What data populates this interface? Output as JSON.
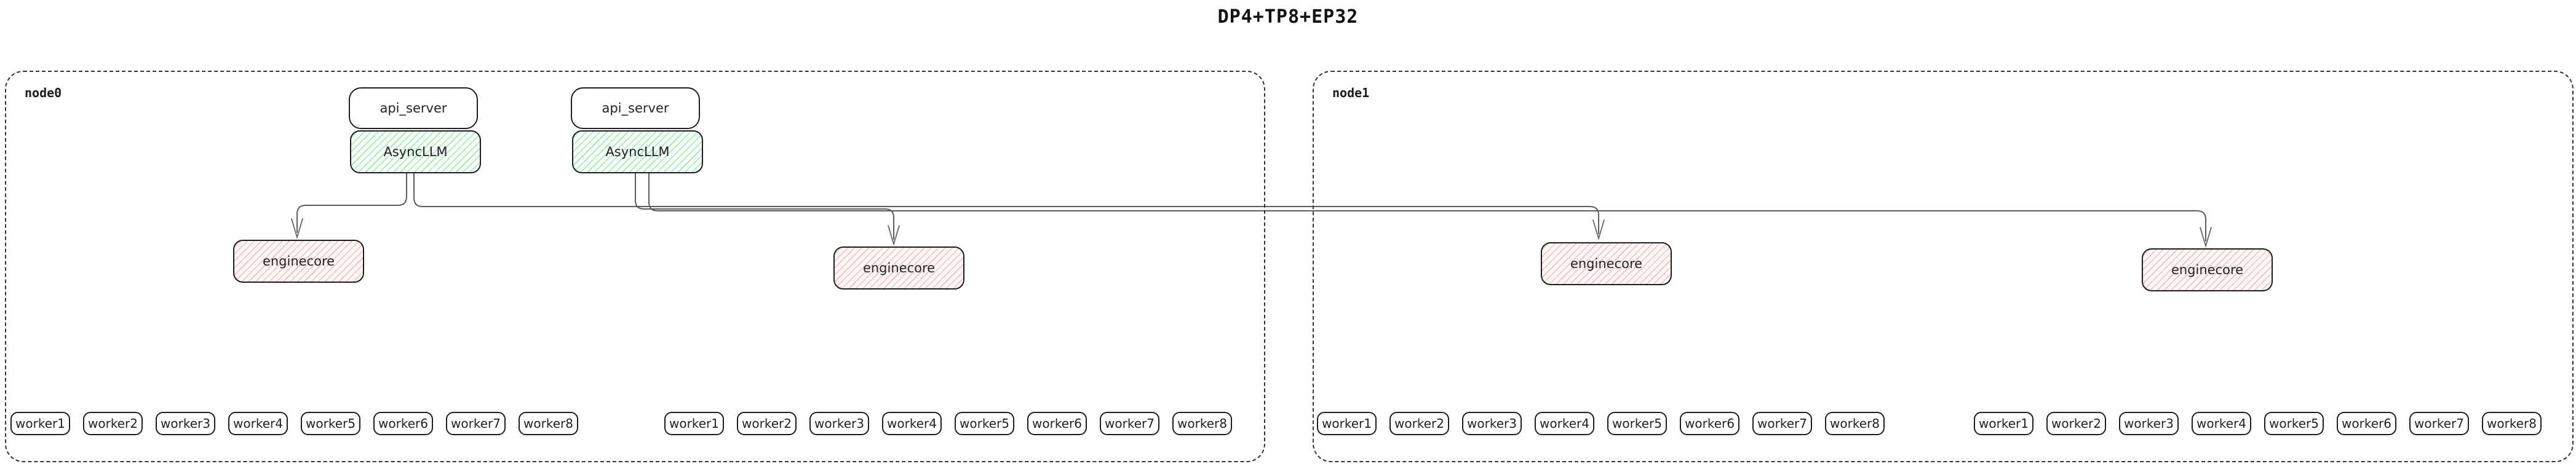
{
  "title": "DP4+TP8+EP32",
  "colors": {
    "box_border": "#1d1d1d",
    "node_dashed_border": "#333333",
    "asyncllm_hatch_green": "#9fe6af",
    "enginecore_hatch_pink": "#f3bcbc",
    "connector_gray": "#5c5c5c"
  },
  "nodes": [
    {
      "label": "node0",
      "api_stacks": [
        {
          "api_server_label": "api_server",
          "asyncllm_label": "AsyncLLM"
        },
        {
          "api_server_label": "api_server",
          "asyncllm_label": "AsyncLLM"
        }
      ],
      "enginecores": [
        "enginecore",
        "enginecore"
      ],
      "worker_groups": [
        [
          "worker1",
          "worker2",
          "worker3",
          "worker4",
          "worker5",
          "worker6",
          "worker7",
          "worker8"
        ],
        [
          "worker1",
          "worker2",
          "worker3",
          "worker4",
          "worker5",
          "worker6",
          "worker7",
          "worker8"
        ]
      ]
    },
    {
      "label": "node1",
      "enginecores": [
        "enginecore",
        "enginecore"
      ],
      "worker_groups": [
        [
          "worker1",
          "worker2",
          "worker3",
          "worker4",
          "worker5",
          "worker6",
          "worker7",
          "worker8"
        ],
        [
          "worker1",
          "worker2",
          "worker3",
          "worker4",
          "worker5",
          "worker6",
          "worker7",
          "worker8"
        ]
      ]
    }
  ]
}
